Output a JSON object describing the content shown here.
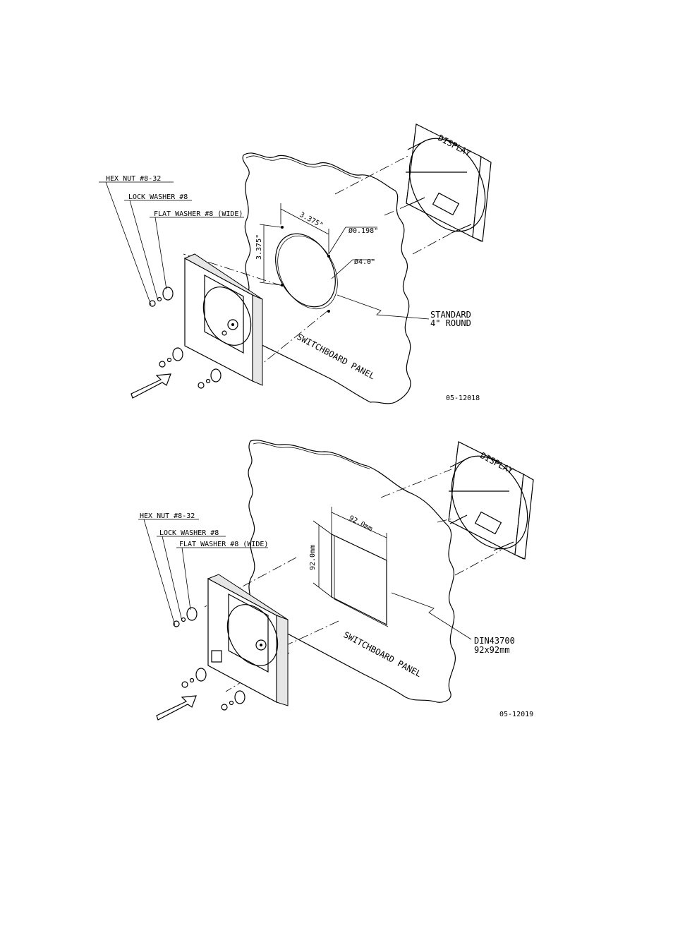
{
  "drawings": [
    {
      "id": "05-12018",
      "labels": {
        "hex_nut": "HEX NUT #8-32",
        "lock_washer": "LOCK WASHER #8",
        "flat_washer": "FLAT WASHER #8 (WIDE)",
        "display": "DISPLAY",
        "panel": "SWITCHBOARD PANEL",
        "cutout_line1": "STANDARD",
        "cutout_line2": "4\" ROUND",
        "dim_horizontal": "3.375\"",
        "dim_vertical": "3.375\"",
        "dim_hole": "Ø0.198\"",
        "dim_diameter": "Ø4.0\"",
        "drawing_number": "05-12018"
      }
    },
    {
      "id": "05-12019",
      "labels": {
        "hex_nut": "HEX NUT #8-32",
        "lock_washer": "LOCK WASHER #8",
        "flat_washer": "FLAT WASHER #8 (WIDE)",
        "display": "DISPLAY",
        "panel": "SWITCHBOARD PANEL",
        "cutout_line1": "DIN43700",
        "cutout_line2": "92x92mm",
        "dim_horizontal": "92.0mm",
        "dim_vertical": "92.0mm",
        "drawing_number": "05-12019"
      }
    }
  ]
}
